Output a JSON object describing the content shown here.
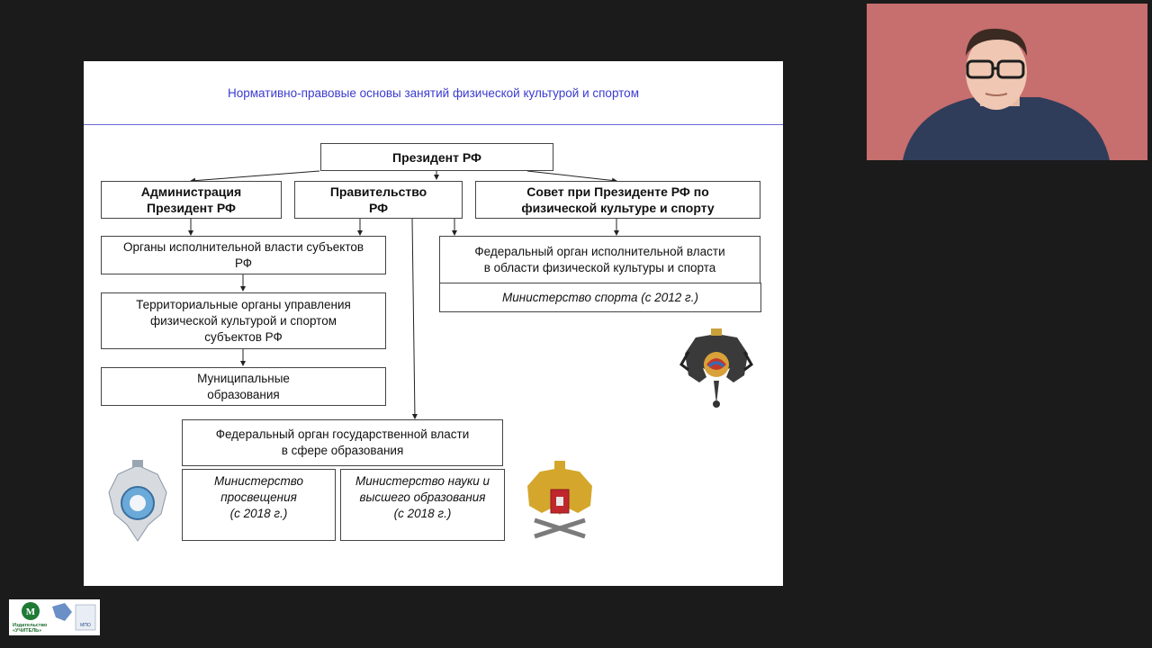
{
  "slide": {
    "title": "Нормативно-правовые основы занятий физической культурой и спортом",
    "boxes": {
      "president": "Президент РФ",
      "administration": "Администрация\nПрезидент РФ",
      "government": "Правительство\nРФ",
      "council": "Совет при Президенте РФ по\nфизической культуре и спорту",
      "regional_exec": "Органы исполнительной власти субъектов\nРФ",
      "federal_sport_body": "Федеральный орган исполнительной власти\nв области физической культуры и спорта",
      "ministry_sport": "Министерство спорта (с 2012 г.)",
      "territorial": "Территориальные органы управления\nфизической культурой и спортом\nсубъектов РФ",
      "municipal": "Муниципальные\nобразования",
      "federal_edu_body": "Федеральный орган государственной власти\nв сфере образования",
      "ministry_enlightenment": "Министерство\nпросвещения\n(с 2018 г.)",
      "ministry_science": "Министерство науки и\nвысшего образования\n(с 2018 г.)"
    }
  },
  "publisher_logo": {
    "text": "Издательство\n«УЧИТЕЛЬ»"
  },
  "colors": {
    "background": "#1b1b1b",
    "slide": "#ffffff",
    "title": "#3b3bd0",
    "webcam_wall": "#c76e6e"
  }
}
